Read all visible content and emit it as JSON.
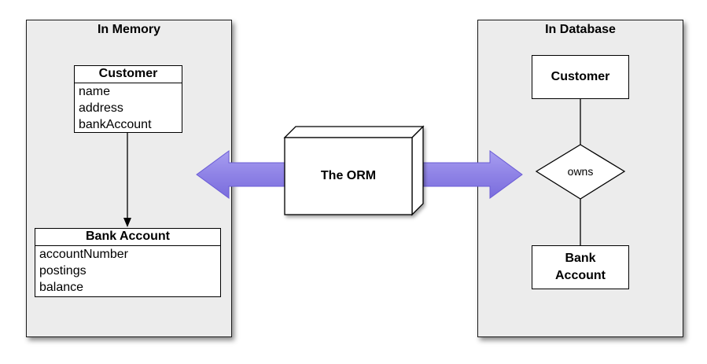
{
  "memory": {
    "title": "In Memory",
    "customer": {
      "name": "Customer",
      "attributes": [
        "name",
        "address",
        "bankAccount"
      ]
    },
    "bank_account": {
      "name": "Bank Account",
      "attributes": [
        "accountNumber",
        "postings",
        "balance"
      ]
    }
  },
  "orm": {
    "label": "The ORM"
  },
  "database": {
    "title": "In Database",
    "customer": "Customer",
    "relationship": "owns",
    "bank_account_line1": "Bank",
    "bank_account_line2": "Account"
  },
  "colors": {
    "arrow_fill": "#8f83e6",
    "arrow_edge": "#6a5bd6",
    "panel_bg": "#ececec"
  }
}
